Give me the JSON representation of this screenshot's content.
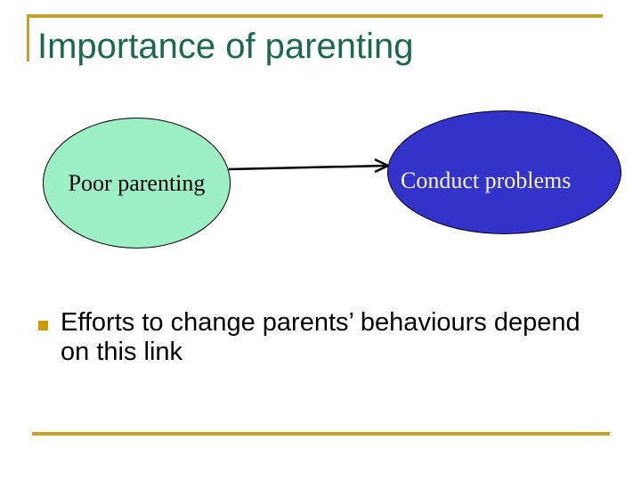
{
  "slide": {
    "title": "Importance of parenting",
    "title_color": "#1C6949",
    "rules": {
      "color": "#C3A12C"
    },
    "diagram": {
      "nodes": [
        {
          "label": "Poor parenting",
          "fill": "#9DEFC5",
          "text_color": "#000000"
        },
        {
          "label": "Conduct problems",
          "fill": "#3333CC",
          "text_color": "#F5F5EF"
        }
      ],
      "connector": {
        "type": "arrow",
        "from": "Poor parenting",
        "to": "Conduct problems",
        "color": "#000000"
      }
    },
    "bullet": {
      "marker_color": "#CC9900",
      "lines": [
        "Efforts to change parents’ behaviours depend",
        "on this link"
      ]
    }
  }
}
